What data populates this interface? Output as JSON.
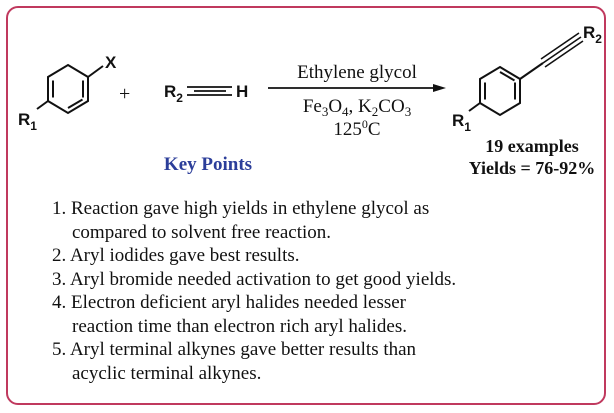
{
  "scheme": {
    "reactant1": {
      "substituent_x": "X",
      "substituent_r": "R",
      "r_subscript": "1"
    },
    "plus_sign": "+",
    "reactant2": {
      "r_label": "R",
      "r_subscript": "2",
      "h_label": "H"
    },
    "conditions": {
      "solvent": "Ethylene glycol",
      "reagents_fe": "Fe",
      "reagents_fe_sub": "3",
      "reagents_o": "O",
      "reagents_o_sub": "4",
      "reagents_sep": ", K",
      "reagents_k_sub": "2",
      "reagents_co": "CO",
      "reagents_co_sub": "3",
      "temperature": "125",
      "temperature_sup": "0",
      "temperature_unit": "C"
    },
    "product": {
      "r1_label": "R",
      "r1_subscript": "1",
      "r2_label": "R",
      "r2_subscript": "2"
    },
    "examples": "19 examples",
    "yields": "Yields = 76-92%"
  },
  "key_points": {
    "title": "Key Points",
    "items": [
      {
        "line1": "1. Reaction gave high yields in ethylene glycol as",
        "line2": "compared to solvent free reaction."
      },
      {
        "line1": "2. Aryl iodides gave best results.",
        "line2": ""
      },
      {
        "line1": "3. Aryl bromide needed activation to get good yields.",
        "line2": ""
      },
      {
        "line1": "4. Electron deficient aryl halides needed lesser",
        "line2": "reaction time than electron rich aryl halides."
      },
      {
        "line1": "5. Aryl terminal alkynes gave better results than",
        "line2": "acyclic terminal alkynes."
      }
    ]
  },
  "colors": {
    "frame": "#c0395e",
    "key_points_title": "#2c3e9a",
    "text": "#111111"
  }
}
